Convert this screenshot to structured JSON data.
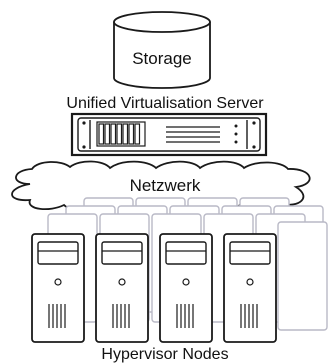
{
  "diagram": {
    "storage": {
      "label": "Storage"
    },
    "server": {
      "label": "Unified Virtualisation Server"
    },
    "network": {
      "label": "Netzwerk"
    },
    "nodes": {
      "label": "Hypervisor Nodes"
    }
  },
  "colors": {
    "stroke": "#1a1a1a",
    "ghost_stroke": "#b9b9c6",
    "fill": "#ffffff"
  }
}
